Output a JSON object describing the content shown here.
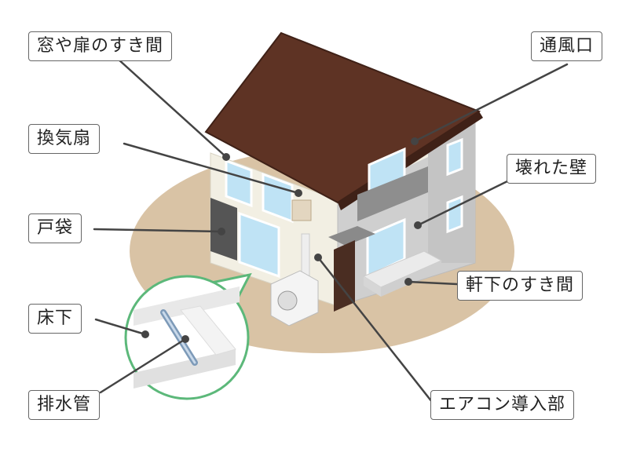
{
  "labels": {
    "gap_window_door": "窓や扉のすき間",
    "vent": "通風口",
    "fan": "換気扇",
    "broken_wall": "壊れた壁",
    "shutter_box": "戸袋",
    "eaves_gap": "軒下のすき間",
    "underfloor": "床下",
    "drain_pipe": "排水管",
    "ac_inlet": "エアコン導入部"
  },
  "colors": {
    "ground": "#d9c3a5",
    "roof": "#5e3324",
    "wall_light": "#f2efe3",
    "wall_gray": "#c9c9c9",
    "window": "#bfe3f5",
    "door": "#4a2d22",
    "leader": "#444444",
    "callout_ring": "#5cb87a"
  }
}
